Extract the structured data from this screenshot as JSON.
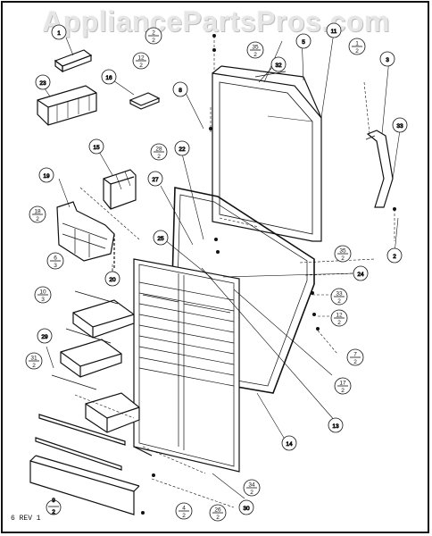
{
  "watermark": "AppliancePartsPros.com",
  "revision": "6 REV 1",
  "callouts": {
    "c1": "1",
    "c5": "5",
    "c3": "3",
    "c32": "32",
    "c8": "8",
    "c16": "16",
    "c23": "23",
    "c33": "33",
    "c15": "15",
    "c19": "19",
    "c22": "22",
    "c27": "27",
    "c28": "28",
    "c20": "20",
    "c24": "24",
    "c2": "2",
    "c29": "29",
    "c13": "13",
    "c14": "14",
    "c30": "30",
    "c9": "9"
  },
  "fractions": {
    "f2_2a": {
      "num": "2",
      "den": "2"
    },
    "f12_2a": {
      "num": "12",
      "den": "2"
    },
    "f35_2a": {
      "num": "35",
      "den": "2"
    },
    "f1_2": {
      "num": "1",
      "den": "2"
    },
    "f28_2": {
      "num": "28",
      "den": "2"
    },
    "f18_2": {
      "num": "18",
      "den": "2"
    },
    "f6_3": {
      "num": "6",
      "den": "3"
    },
    "f10_3": {
      "num": "10",
      "den": "3"
    },
    "f31_2": {
      "num": "31",
      "den": "2"
    },
    "f35_2b": {
      "num": "35",
      "den": "2"
    },
    "f33_2": {
      "num": "33",
      "den": "2"
    },
    "f12_2b": {
      "num": "12",
      "den": "2"
    },
    "f7_2": {
      "num": "7",
      "den": "2"
    },
    "f17_2": {
      "num": "17",
      "den": "2"
    },
    "f34_2": {
      "num": "34",
      "den": "2"
    },
    "f4_2": {
      "num": "4",
      "den": "2"
    },
    "f26_2": {
      "num": "26",
      "den": "2"
    }
  }
}
